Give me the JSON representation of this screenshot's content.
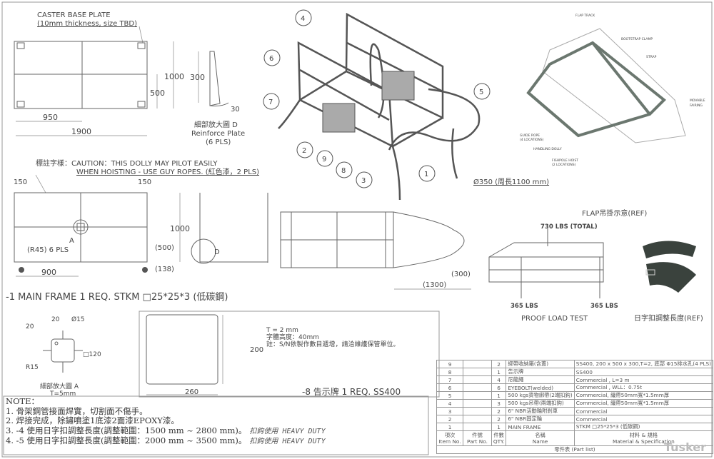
{
  "caster_plate": {
    "title": "CASTER BASE PLATE",
    "subtitle": "(10mm thickness, size TBD)"
  },
  "top_view_dims": {
    "w_half": "950",
    "w_full": "1900",
    "h_full": "1000",
    "h_half": "500"
  },
  "detail_d": {
    "dim_h": "300",
    "dim_w": "30",
    "label_cn": "細部放大圖 D",
    "label_en": "Reinforce Plate",
    "count": "(6 PLS)"
  },
  "caution": {
    "prefix": "標註字樣：",
    "line1": "CAUTION：THIS DOLLY MAY PILOT EASILY",
    "line2": "WHEN HOISTING - USE GUY ROPES. (紅色漆，2 PLS)"
  },
  "front_view_dims": {
    "left_150": "150",
    "right_150": "150",
    "h_full": "1000",
    "h_500": "(500)",
    "h_138": "(138)",
    "w_900": "900",
    "radius": "(R45) 6 PLS",
    "detail_a_marker": "A",
    "detail_d_marker": "D"
  },
  "main_frame_label": "-1 MAIN FRAME 1 REQ. STKM  □25*25*3 (低碳鋼)",
  "isometric": {
    "callouts": [
      "1",
      "2",
      "3",
      "4",
      "5",
      "6",
      "7",
      "8",
      "9"
    ],
    "diameter_note": "Ø350 (周長1100 mm)"
  },
  "plan_view_dims": {
    "d_300": "(300)",
    "d_1300": "(1300)"
  },
  "flap_ref": {
    "labels": [
      "FLAP TRACK",
      "BOOTSTRAP CLAMP",
      "STRAP",
      "MOVABLE",
      "FAIRING",
      "GUIDE ROPE",
      "(4 LOCATIONS)",
      "HANDLING DOLLY",
      "FISHPOLE HOIST",
      "(2 LOCATIONS)"
    ],
    "caption": "FLAP吊掛示意(REF)"
  },
  "proof_load": {
    "total": "730 LBS (TOTAL)",
    "left": "365 LBS",
    "right": "365 LBS",
    "caption": "PROOF LOAD TEST"
  },
  "strap_ref": {
    "caption": "日字扣調整長度(REF)"
  },
  "detail_a": {
    "d20a": "20",
    "d20b": "20",
    "dia": "Ø15",
    "square": "□120",
    "radius": "R15",
    "label": "細部放大圖 A",
    "thickness": "T=5mm"
  },
  "sign_plate": {
    "w": "260",
    "h": "200",
    "t": "T = 2 mm",
    "font": "字體高度：40mm",
    "note": "註：S/N依製作數目遞增，請洽維護保管單位。",
    "label": "-8 告示牌 1 REQ. SS400"
  },
  "notes": {
    "title": "NOTE：",
    "items": [
      "1. 骨架鋼管接面焊實，切割面不傷手。",
      "2. 焊接完成，除鏽噴塗1底漆2面漆EPOXY漆。",
      "3. -4 使用日字扣調整長度(調整範圍：1500 mm ~ 2800 mm)。",
      "4. -5 使用日字扣調整長度(調整範圍：2000 mm ~ 3500 mm)。"
    ],
    "handwritten": [
      "扣鈎使用 HEAVY DUTY",
      "扣鈎使用 HEAVY DUTY"
    ]
  },
  "parts_list": {
    "rows": [
      {
        "item": "9",
        "part": "",
        "qty": "2",
        "name": "綁帶收納箱(含蓋)",
        "material": "SS400, 200 x 500 x 300,T=2, 底部 Φ15排水孔(4 PLS)"
      },
      {
        "item": "8",
        "part": "",
        "qty": "1",
        "name": "告示牌",
        "material": "SS400"
      },
      {
        "item": "7",
        "part": "",
        "qty": "4",
        "name": "尼龍繩",
        "material": "Commercial , L=3 m"
      },
      {
        "item": "6",
        "part": "",
        "qty": "6",
        "name": "EYEBOLT(welded)",
        "material": "Commercial , WLL：0.75t"
      },
      {
        "item": "5",
        "part": "",
        "qty": "1",
        "name": "500 kgs貨物綁帶(2端扣鈎)",
        "material": "Commercial, 織帶50mm寬*1.5mm厚"
      },
      {
        "item": "4",
        "part": "",
        "qty": "3",
        "name": "500 kgs吊帶(兩端扣鈎)",
        "material": "Commercial, 織帶50mm寬*1.5mm厚"
      },
      {
        "item": "3",
        "part": "",
        "qty": "2",
        "name": "6\" NBR活動輪附剎車",
        "material": "Commercial"
      },
      {
        "item": "2",
        "part": "",
        "qty": "2",
        "name": "6\" NBR固定輪",
        "material": "Commercial"
      },
      {
        "item": "1",
        "part": "",
        "qty": "1",
        "name": "MAIN FRAME",
        "material": "STKM □25*25*3 (低碳鋼)"
      }
    ],
    "headers": {
      "item_cn": "項次",
      "item_en": "Item No.",
      "part_cn": "件號",
      "part_en": "Part No.",
      "qty_cn": "件數",
      "qty_en": "QTY.",
      "name_cn": "名稱",
      "name_en": "Name",
      "mat_cn": "材料 & 規格",
      "mat_en": "Material & Specification"
    },
    "footer": "零件表 (Part list)"
  },
  "watermark": "Tusker"
}
